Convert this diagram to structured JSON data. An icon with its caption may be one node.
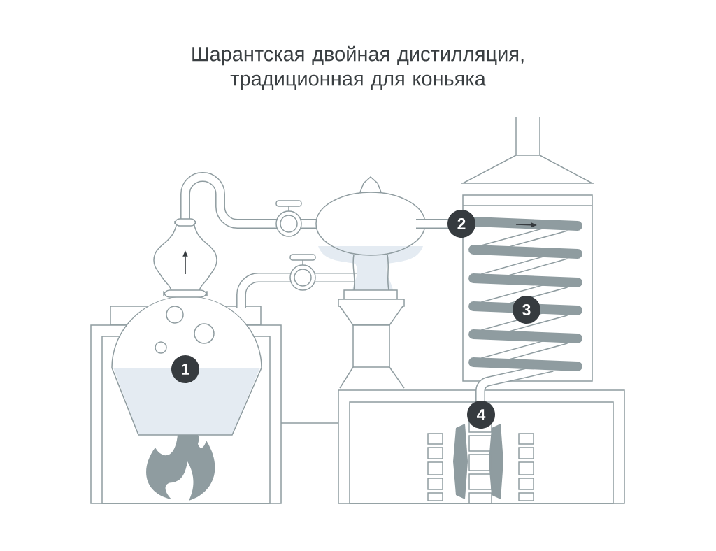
{
  "diagram": {
    "title": "Шарантская двойная дистилляция, традиционная для коньяка",
    "labels": [
      "1",
      "2",
      "3",
      "4"
    ]
  }
}
